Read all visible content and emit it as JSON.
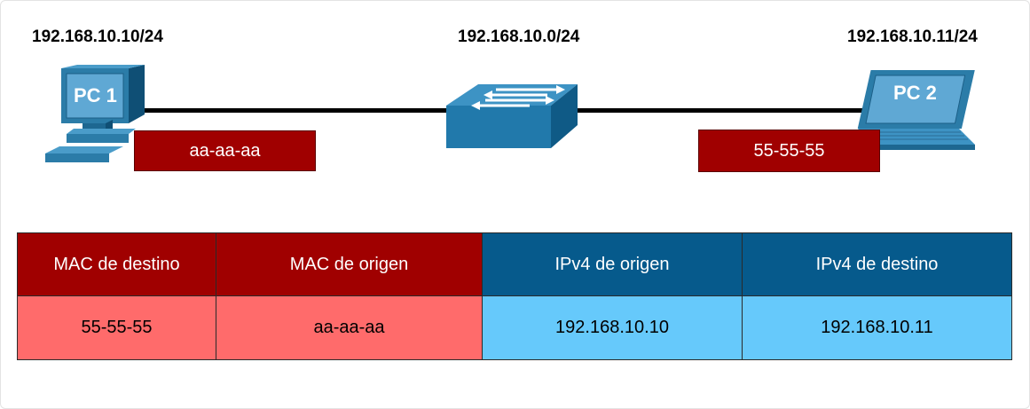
{
  "network": {
    "pc1_ip": "192.168.10.10/24",
    "network_address": "192.168.10.0/24",
    "pc2_ip": "192.168.10.11/24"
  },
  "devices": {
    "pc1": {
      "name": "PC 1",
      "mac": "aa-aa-aa",
      "icon": "desktop-computer-icon"
    },
    "switch": {
      "icon": "network-switch-icon"
    },
    "pc2": {
      "name": "PC 2",
      "mac": "55-55-55",
      "icon": "laptop-computer-icon"
    }
  },
  "frame": {
    "headers": [
      "MAC de destino",
      "MAC de origen",
      "IPv4 de origen",
      "IPv4 de destino"
    ],
    "values": [
      "55-55-55",
      "aa-aa-aa",
      "192.168.10.10",
      "192.168.10.11"
    ]
  },
  "colors": {
    "mac_header": "#a00000",
    "mac_value": "#ff6b6b",
    "ip_header": "#065a8c",
    "ip_value": "#66c9fb",
    "device_blue": "#2b7ca8"
  }
}
